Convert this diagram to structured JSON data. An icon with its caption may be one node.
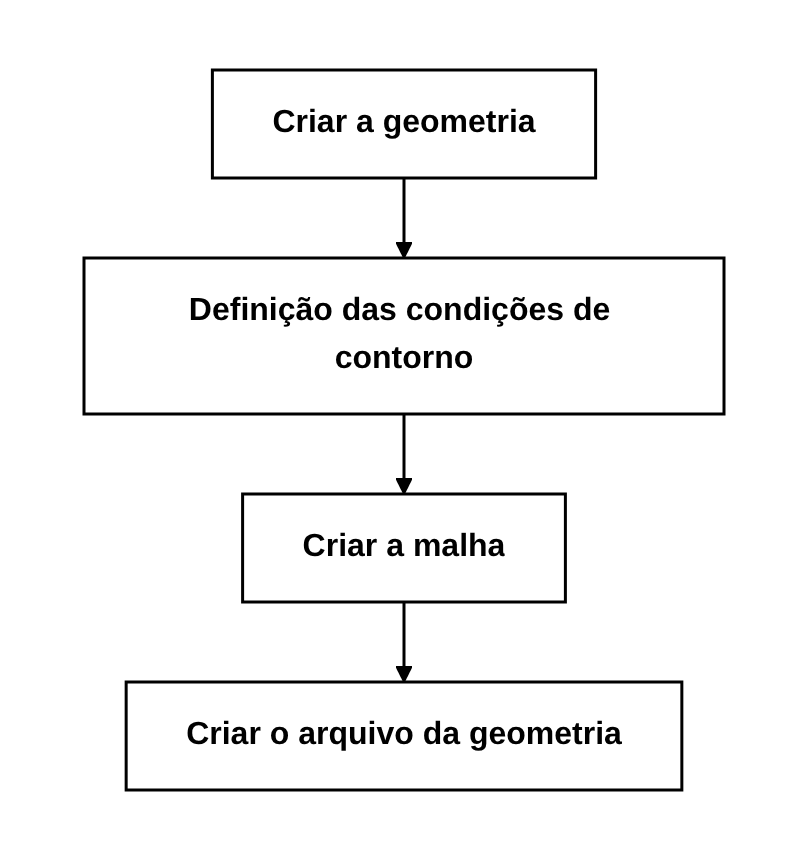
{
  "diagram": {
    "nodes": [
      {
        "text": [
          "Criar a geometria"
        ]
      },
      {
        "text": [
          "Definição das condições de contorno"
        ]
      },
      {
        "text": [
          "Criar a malha"
        ]
      },
      {
        "text": [
          "Criar o arquivo da geometria"
        ]
      }
    ],
    "edges": [
      {
        "from": 0,
        "to": 1,
        "arrow": "to"
      },
      {
        "from": 1,
        "to": 2,
        "arrow": "to"
      },
      {
        "from": 2,
        "to": 3,
        "arrow": "to"
      }
    ]
  }
}
